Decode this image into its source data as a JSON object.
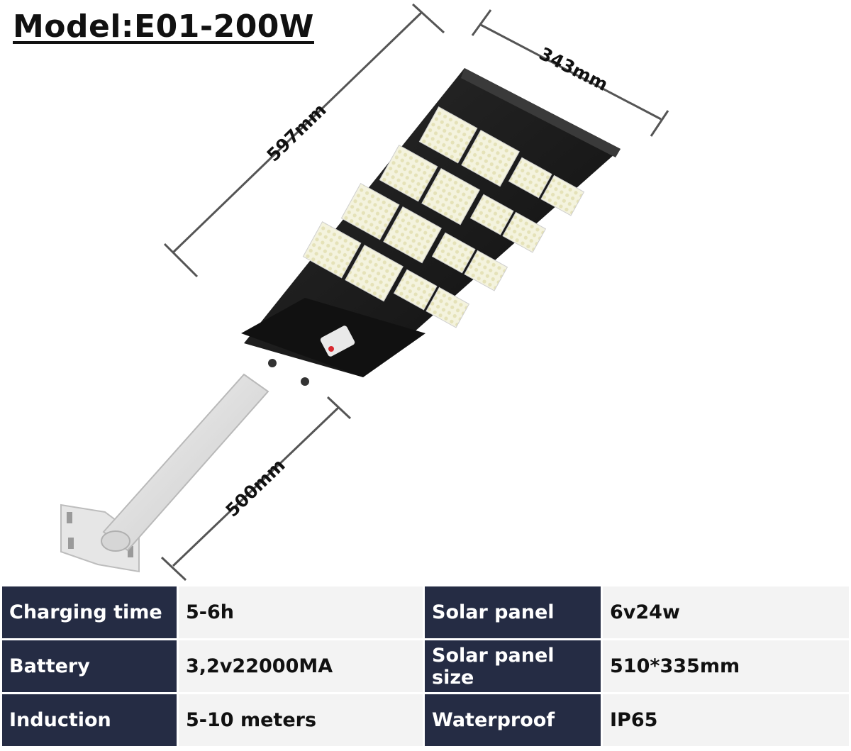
{
  "title": "Model:E01-200W",
  "dimensions": {
    "length": "597mm",
    "width": "343mm",
    "arm": "500mm"
  },
  "colors": {
    "spec_key_bg": "#252c44",
    "spec_value_bg": "#f3f3f3",
    "lamp_body": "#1b1b1b",
    "led_cell": "#f4f3de"
  },
  "specs": [
    {
      "key1": "Charging time",
      "val1": "5-6h",
      "key2": "Solar panel",
      "val2": "6v24w"
    },
    {
      "key1": "Battery",
      "val1": "3,2v22000MA",
      "key2": "Solar panel size",
      "val2": "510*335mm"
    },
    {
      "key1": "Induction",
      "val1": "5-10 meters",
      "key2": "Waterproof",
      "val2": "IP65"
    }
  ]
}
